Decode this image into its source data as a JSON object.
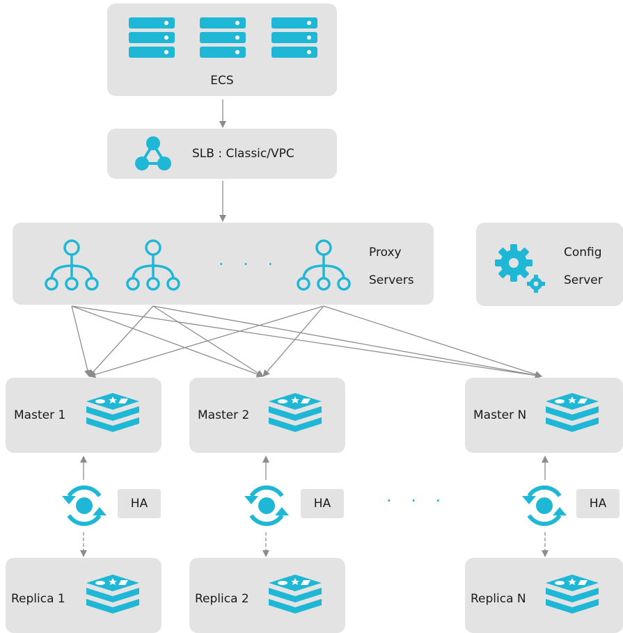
{
  "colors": {
    "accent": "#1eb7d6",
    "box": "#e3e3e3",
    "line": "#8c8c8c"
  },
  "ecs": {
    "label": "ECS"
  },
  "slb": {
    "label": "SLB : Classic/VPC"
  },
  "proxy": {
    "label_line1": "Proxy",
    "label_line2": "Servers",
    "ellipsis": "· · ·"
  },
  "config": {
    "label_line1": "Config",
    "label_line2": "Server"
  },
  "shards": [
    {
      "master": "Master 1",
      "replica": "Replica  1",
      "ha": "HA"
    },
    {
      "master": "Master 2",
      "replica": "Replica  2",
      "ha": "HA"
    },
    {
      "master": "Master N",
      "replica": "Replica  N",
      "ha": "HA"
    }
  ],
  "shard_ellipsis": "· · ·",
  "icons": {
    "ecs": "server-rack-icon",
    "slb": "load-balancer-icon",
    "proxy": "proxy-tree-icon",
    "config": "gear-icon",
    "redis": "redis-stack-icon",
    "ha": "failover-cycle-icon"
  }
}
